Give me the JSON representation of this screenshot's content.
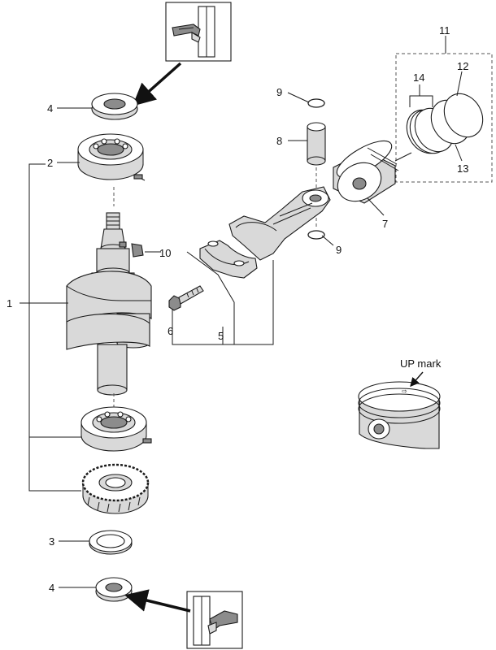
{
  "callouts": {
    "c1": "1",
    "c2": "2",
    "c3": "3",
    "c4_top": "4",
    "c4_bottom": "4",
    "c5": "5",
    "c6": "6",
    "c7": "7",
    "c8": "8",
    "c9_top": "9",
    "c9_bottom": "9",
    "c10": "10",
    "c11": "11",
    "c12": "12",
    "c13": "13",
    "c14": "14"
  },
  "up_mark_label": "UP mark"
}
